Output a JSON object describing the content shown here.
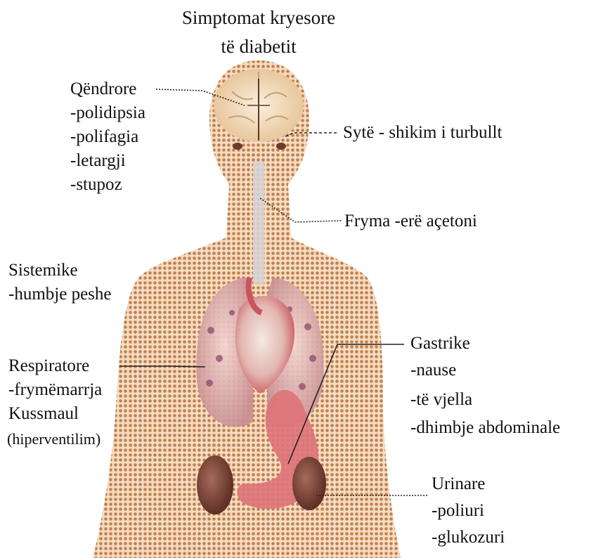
{
  "title": {
    "line1": "Simptomat kryesore",
    "line2": "të diabetit"
  },
  "labels": {
    "qendrore": {
      "heading": "Qëndrore",
      "items": [
        "-polidipsia",
        "-polifagia",
        "-letargji",
        "-stupoz"
      ]
    },
    "syte": "Sytë - shikim i turbullt",
    "fryma": "Fryma -erë açetoni",
    "sistemike": {
      "heading": "Sistemike",
      "items": [
        "-humbje peshe"
      ]
    },
    "respiratore": {
      "heading": "Respiratore",
      "items": [
        "-frymëmarrja",
        "Kussmaul",
        "(hiperventilim)"
      ]
    },
    "gastrike": {
      "heading": "Gastrike",
      "items": [
        "-nause",
        "-të vjella",
        "-dhimbje abdominale"
      ]
    },
    "urinare": {
      "heading": "Urinare",
      "items": [
        "-poliuri",
        "-glukozuri"
      ]
    }
  },
  "colors": {
    "body_tone": "#c98f5c",
    "brain": "#f1d7b0",
    "lungs": "#e7c0bd",
    "heart": "#c9545d",
    "stomach": "#d9686f",
    "kidney": "#7a3f33",
    "leader_line": "#222222"
  }
}
